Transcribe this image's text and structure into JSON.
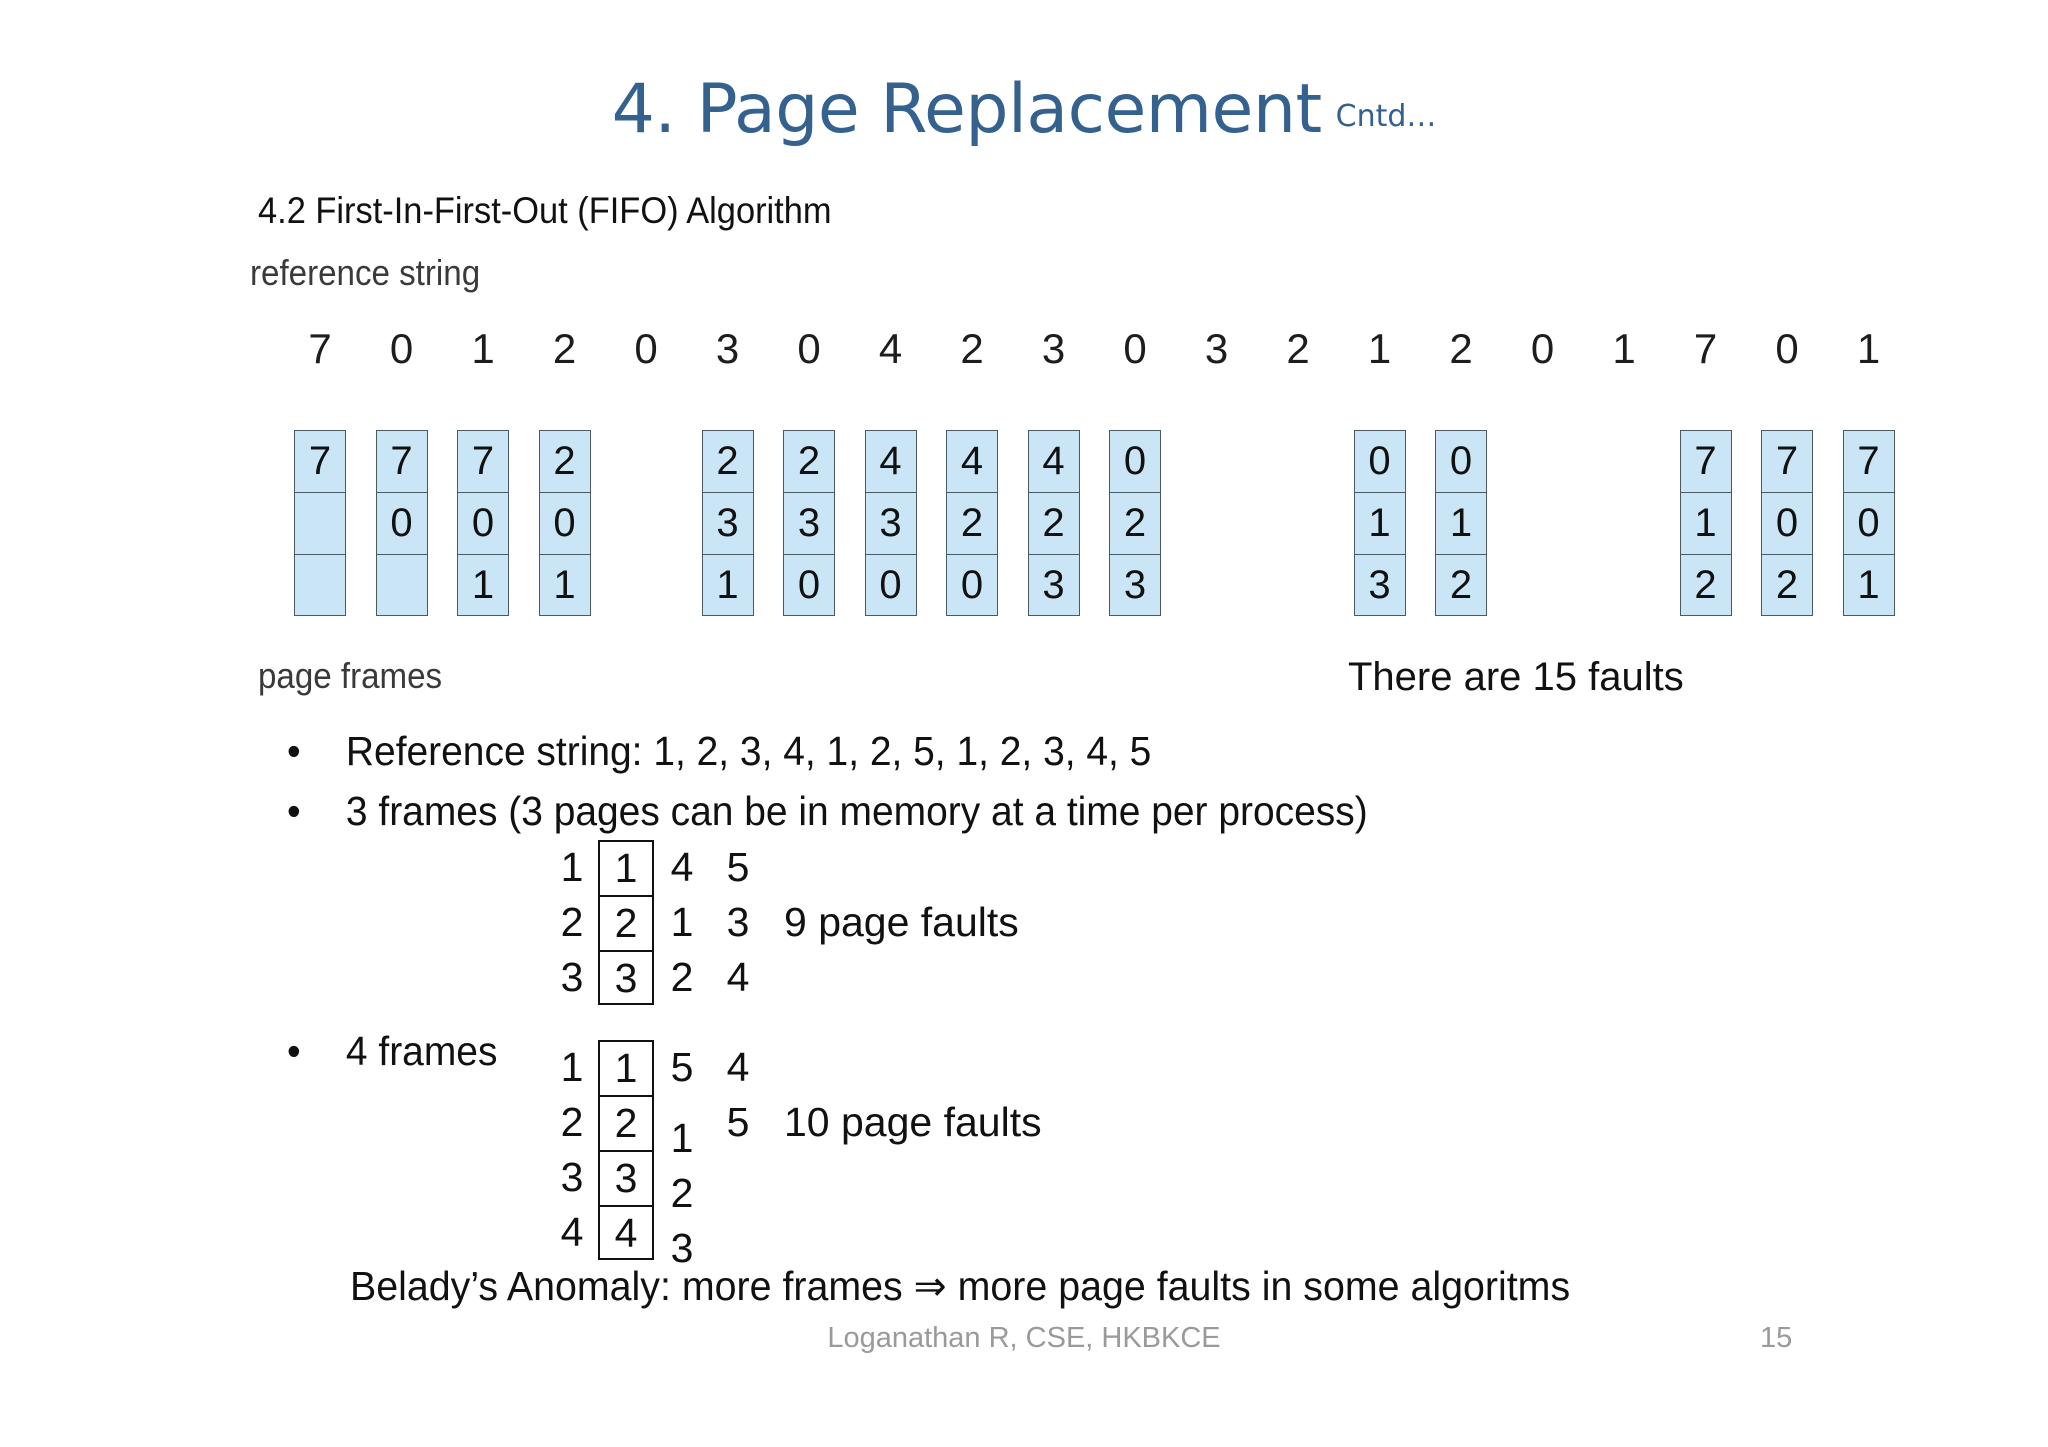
{
  "slide": {
    "title_main": "4. Page Replacement",
    "title_suffix": "Cntd…",
    "title_color": "#34618e",
    "subtitle": "4.2 First-In-First-Out (FIFO) Algorithm",
    "reference_string_label": "reference string",
    "page_frames_label": "page frames",
    "faults_note": "There are 15 faults",
    "belady_line": "Belady’s Anomaly: more frames ⇒ more page faults in some algoritms",
    "footer_author": "Loganathan R, CSE, HKBKCE",
    "footer_page_number": "15"
  },
  "chart_data": {
    "type": "table",
    "title": "FIFO page-replacement trace",
    "reference_string": [
      "7",
      "0",
      "1",
      "2",
      "0",
      "3",
      "0",
      "4",
      "2",
      "3",
      "0",
      "3",
      "2",
      "1",
      "2",
      "0",
      "1",
      "7",
      "0",
      "1"
    ],
    "frame_count": 3,
    "total_faults": 15,
    "frame_columns": [
      {
        "ref_index": 0,
        "cells": [
          "7",
          "",
          ""
        ]
      },
      {
        "ref_index": 1,
        "cells": [
          "7",
          "0",
          ""
        ]
      },
      {
        "ref_index": 2,
        "cells": [
          "7",
          "0",
          "1"
        ]
      },
      {
        "ref_index": 3,
        "cells": [
          "2",
          "0",
          "1"
        ]
      },
      {
        "ref_index": 5,
        "cells": [
          "2",
          "3",
          "1"
        ]
      },
      {
        "ref_index": 6,
        "cells": [
          "2",
          "3",
          "0"
        ]
      },
      {
        "ref_index": 7,
        "cells": [
          "4",
          "3",
          "0"
        ]
      },
      {
        "ref_index": 8,
        "cells": [
          "4",
          "2",
          "0"
        ]
      },
      {
        "ref_index": 9,
        "cells": [
          "4",
          "2",
          "3"
        ]
      },
      {
        "ref_index": 10,
        "cells": [
          "0",
          "2",
          "3"
        ]
      },
      {
        "ref_index": 13,
        "cells": [
          "0",
          "1",
          "3"
        ]
      },
      {
        "ref_index": 14,
        "cells": [
          "0",
          "1",
          "2"
        ]
      },
      {
        "ref_index": 17,
        "cells": [
          "7",
          "1",
          "2"
        ]
      },
      {
        "ref_index": 18,
        "cells": [
          "7",
          "0",
          "2"
        ]
      },
      {
        "ref_index": 19,
        "cells": [
          "7",
          "0",
          "1"
        ]
      }
    ]
  },
  "bullets": {
    "dot": "•",
    "reference_string_text": "Reference string: 1, 2, 3, 4, 1, 2, 5, 1, 2, 3, 4, 5",
    "three_frames_text": "3 frames (3 pages can be in memory at a time per process)",
    "four_frames_text": "4 frames"
  },
  "three_frame_table": {
    "rows": [
      {
        "pre": "1",
        "box": "1",
        "post1": "4",
        "post2": "5",
        "note": ""
      },
      {
        "pre": "2",
        "box": "2",
        "post1": "1",
        "post2": "3",
        "note": "9 page faults"
      },
      {
        "pre": "3",
        "box": "3",
        "post1": "2",
        "post2": "4",
        "note": ""
      }
    ]
  },
  "four_frame_table": {
    "rows": [
      {
        "pre": "1",
        "box": "1",
        "post1": "5",
        "post2": "4",
        "note": ""
      },
      {
        "pre": "2",
        "box": "2",
        "post1": "1",
        "post2": "5",
        "note": "10 page faults"
      },
      {
        "pre": "3",
        "box": "3",
        "post1": "2",
        "post2": "",
        "note": ""
      },
      {
        "pre": "4",
        "box": "4",
        "post1": "3",
        "post2": "",
        "note": ""
      }
    ]
  }
}
